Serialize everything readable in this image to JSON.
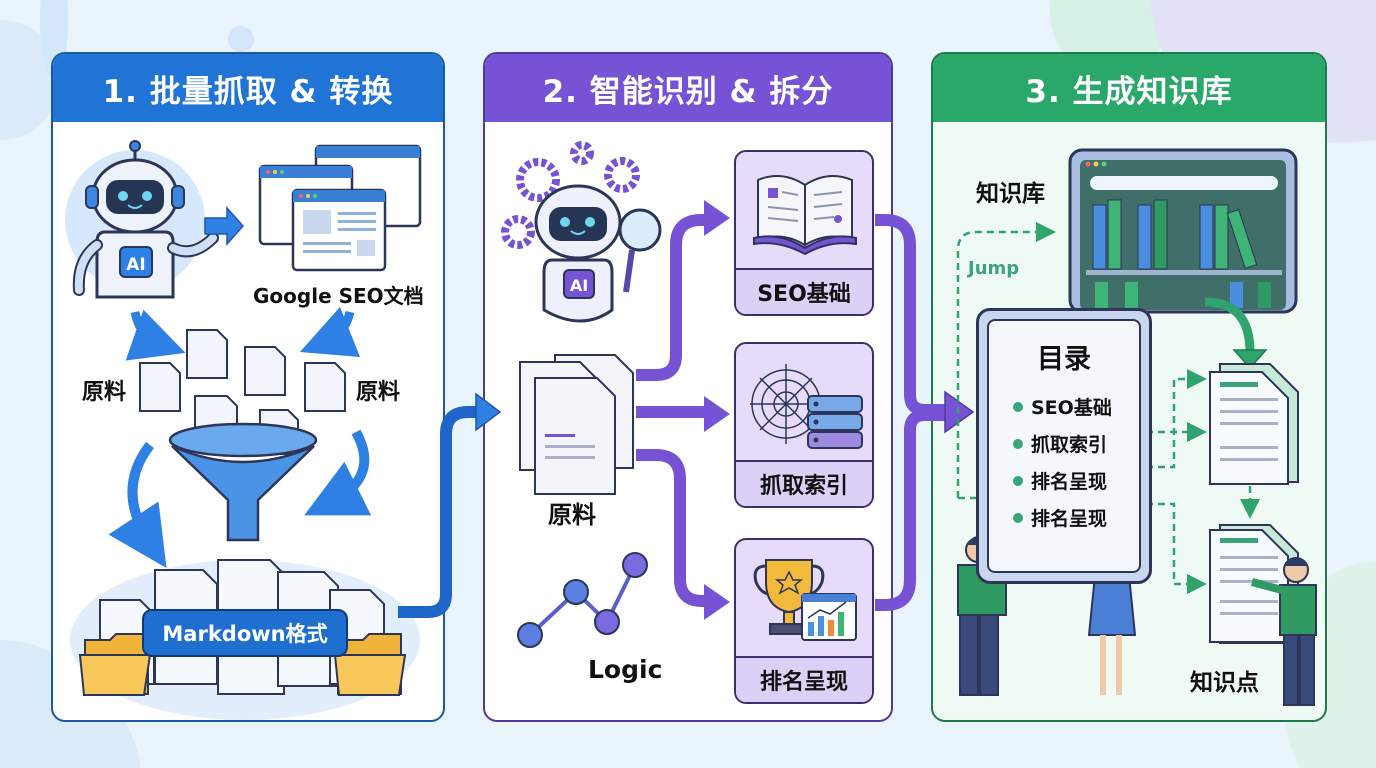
{
  "colors": {
    "background": "#eaf4fd",
    "step1_accent": "#1f74d6",
    "step2_accent": "#7653d4",
    "step3_accent": "#2aa86a",
    "step3_panel_bg": "#eefaf3",
    "card_purple": "#e6dcfa"
  },
  "step1": {
    "title": "1. 批量抓取 & 转换",
    "robot_badge": "AI",
    "source_label": "Google SEO文档",
    "raw_left": "原料",
    "raw_right": "原料",
    "output_badge": "Markdown格式",
    "icons": [
      "robot-icon",
      "browser-window-icon",
      "document-icon",
      "funnel-icon",
      "folder-icon",
      "curved-arrow-icon"
    ]
  },
  "step2": {
    "title": "2. 智能识别 & 拆分",
    "robot_badge": "AI",
    "raw_label": "原料",
    "logic_label": "Logic",
    "categories": [
      {
        "label": "SEO基础",
        "icon": "open-book-icon"
      },
      {
        "label": "抓取索引",
        "icon": "spider-web-server-icon"
      },
      {
        "label": "排名呈现",
        "icon": "trophy-chart-icon"
      }
    ]
  },
  "step3": {
    "title": "3. 生成知识库",
    "library_label": "知识库",
    "jump_label": "Jump",
    "toc_title": "目录",
    "toc_items": [
      "SEO基础",
      "抓取索引",
      "排名呈现",
      "排名呈现"
    ],
    "knowledge_point_label": "知识点"
  }
}
